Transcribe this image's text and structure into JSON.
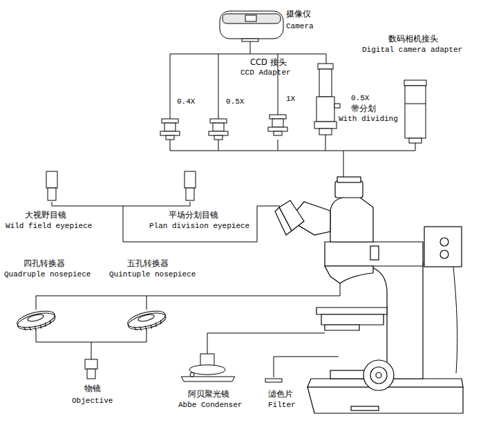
{
  "diagram": {
    "labels": [
      "摄像仪",
      "Camera",
      "数码相机接头",
      "Digital camera adapter",
      "CCD 接头",
      "CCD Adapter",
      "0.4X",
      "0.5X",
      "1X",
      "0.5X",
      "带分划",
      "With dividing",
      "大视野目镜",
      "Wild field eyepiece",
      "平场分划目镜",
      "Plan division eyepiece",
      "四孔转换器",
      "Quadruple nosepiece",
      "五孔转换器",
      "Quintuple nosepiece",
      "物镜",
      "Objective",
      "阿贝聚光镜",
      "Abbe Condenser",
      "滤色片",
      "Filter"
    ]
  }
}
